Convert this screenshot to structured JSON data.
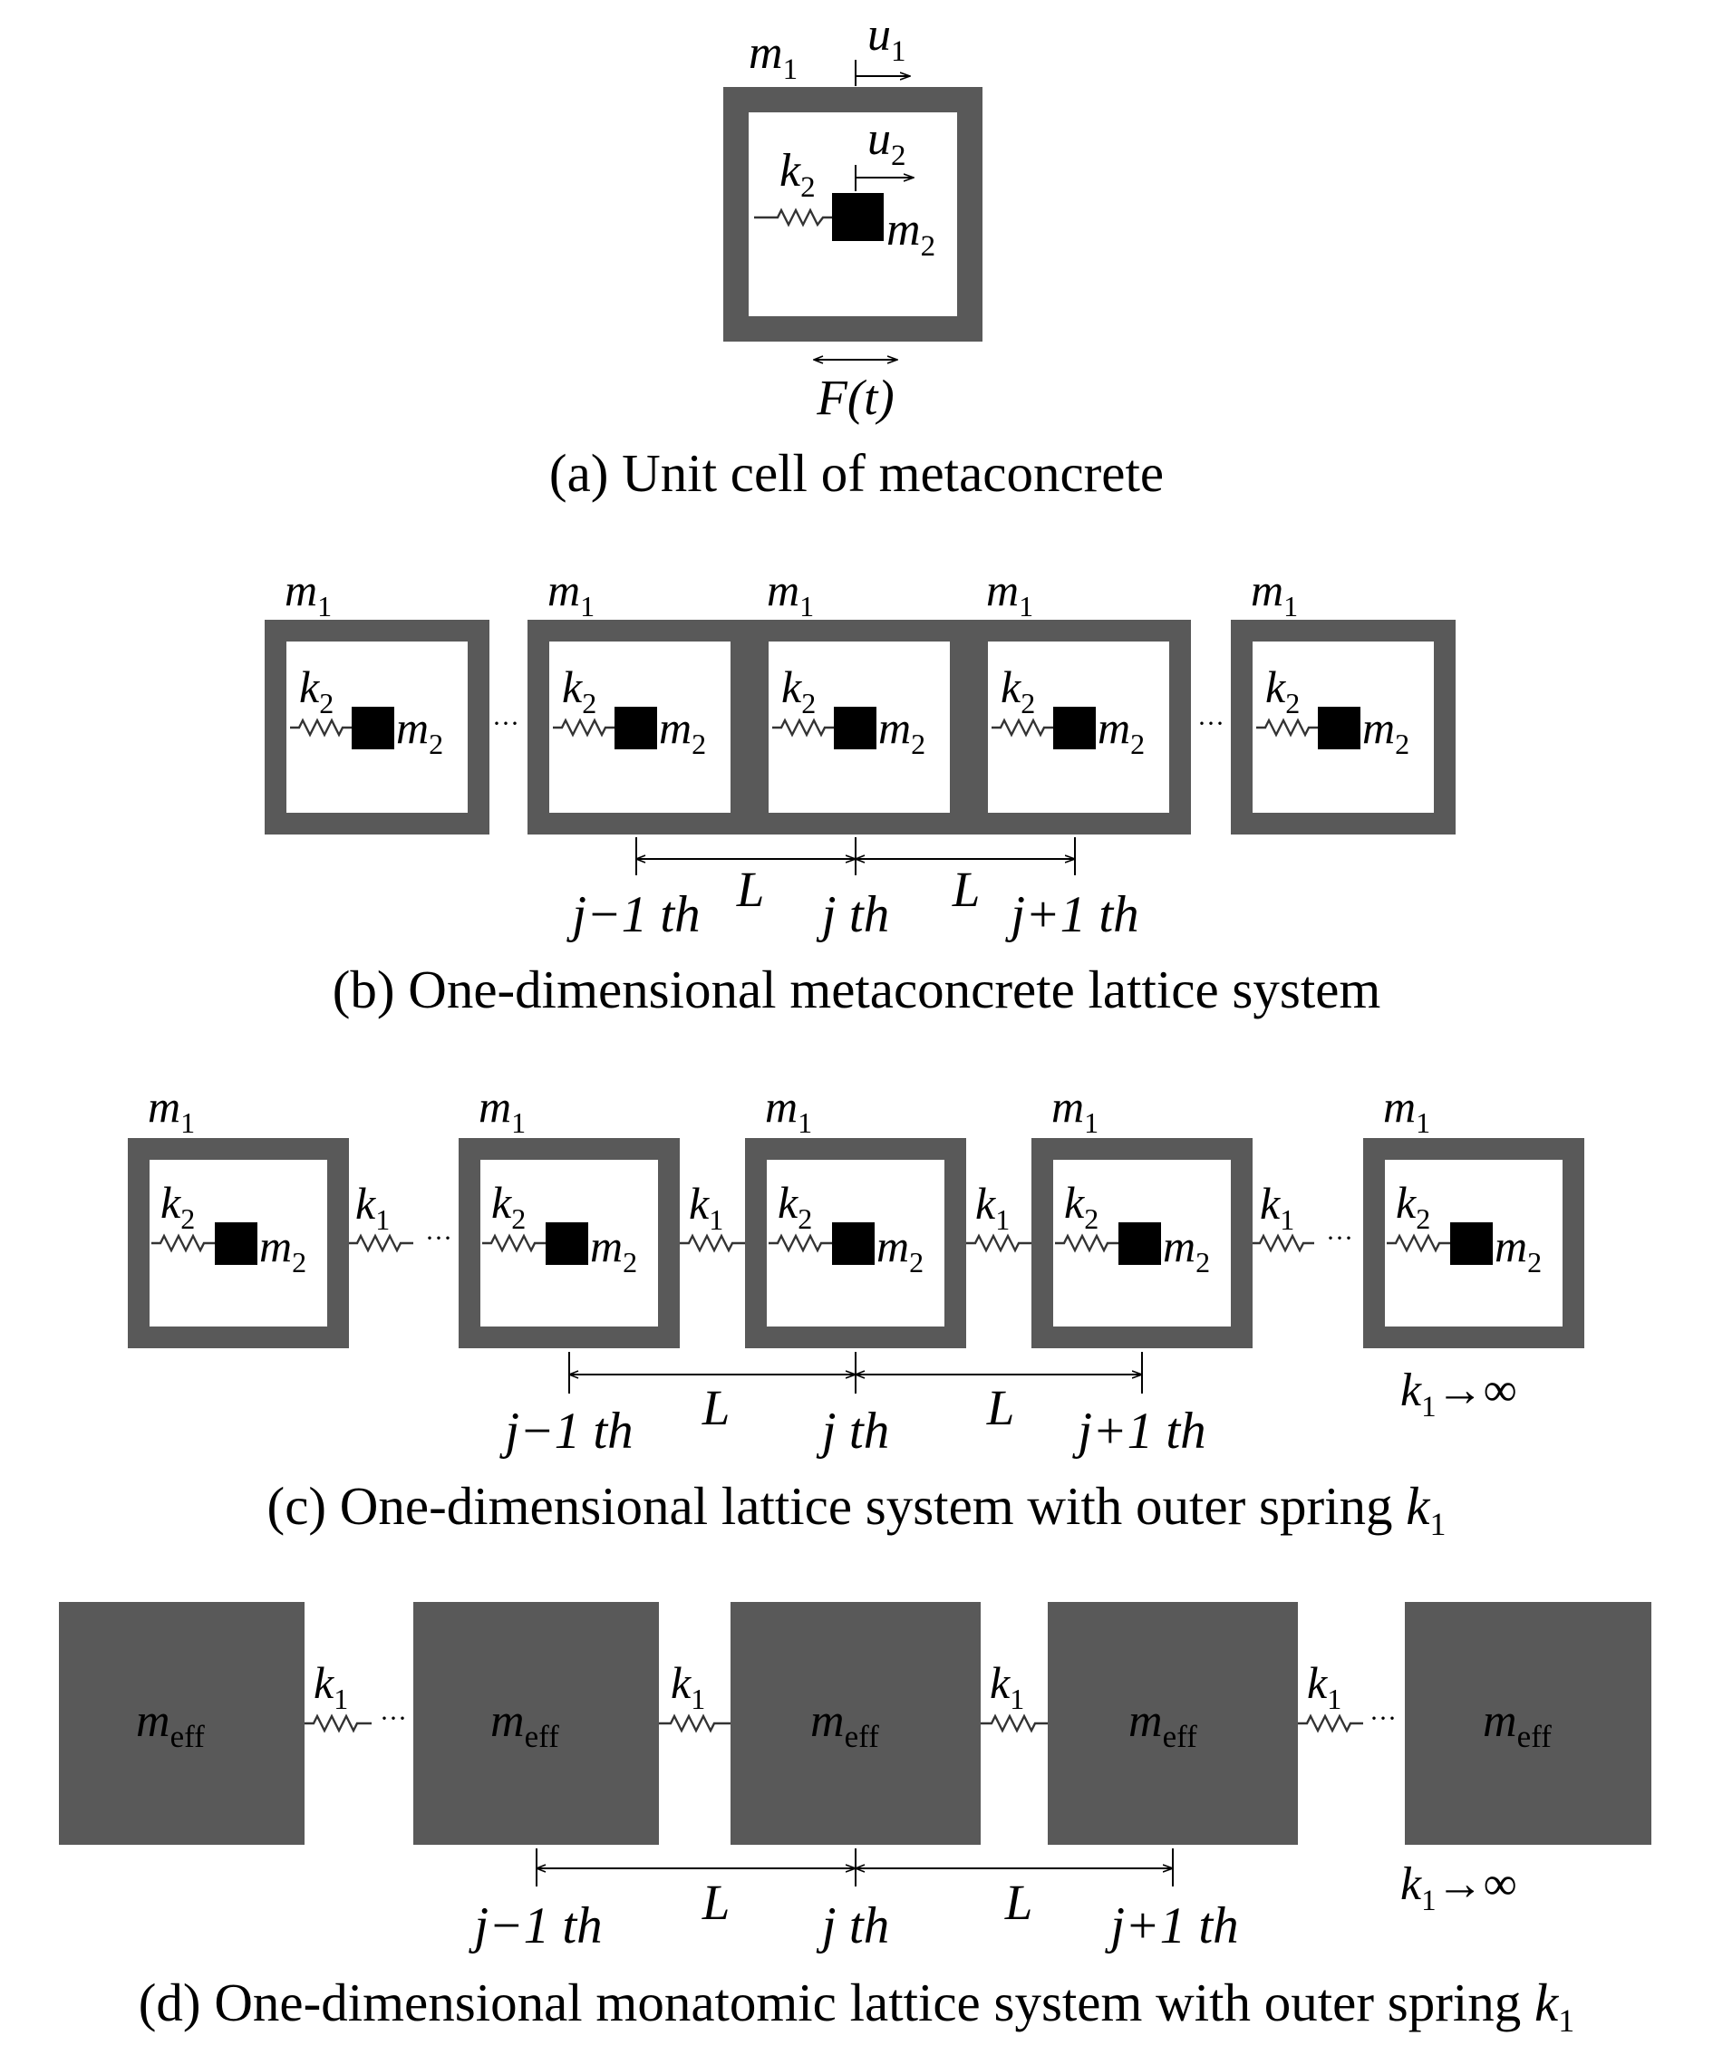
{
  "panel_a": {
    "outer_mass": {
      "base": "m",
      "sub": "1"
    },
    "inner_mass": {
      "base": "m",
      "sub": "2"
    },
    "inner_spring": {
      "base": "k",
      "sub": "2"
    },
    "disp_outer": {
      "base": "u",
      "sub": "1"
    },
    "disp_inner": {
      "base": "u",
      "sub": "2"
    },
    "force": {
      "text": "F(t)"
    },
    "caption": "(a) Unit cell of metaconcrete"
  },
  "panel_b": {
    "outer_mass": {
      "base": "m",
      "sub": "1"
    },
    "inner_mass": {
      "base": "m",
      "sub": "2"
    },
    "inner_spring": {
      "base": "k",
      "sub": "2"
    },
    "spacing": "L",
    "positions": [
      "j−1 th",
      "j th",
      "j+1 th"
    ],
    "ellipsis": "···",
    "caption": "(b) One-dimensional metaconcrete lattice system"
  },
  "panel_c": {
    "outer_mass": {
      "base": "m",
      "sub": "1"
    },
    "inner_mass": {
      "base": "m",
      "sub": "2"
    },
    "inner_spring": {
      "base": "k",
      "sub": "2"
    },
    "outer_spring": {
      "base": "k",
      "sub": "1"
    },
    "spacing": "L",
    "positions": [
      "j−1 th",
      "j th",
      "j+1 th"
    ],
    "limit": {
      "base": "k",
      "sub": "1",
      "rest": "→∞"
    },
    "ellipsis": "···",
    "caption": {
      "text": "(c) One-dimensional lattice system with outer spring ",
      "base": "k",
      "sub": "1"
    }
  },
  "panel_d": {
    "eff_mass": {
      "base": "m",
      "sub": "eff"
    },
    "outer_spring": {
      "base": "k",
      "sub": "1"
    },
    "spacing": "L",
    "positions": [
      "j−1 th",
      "j th",
      "j+1 th"
    ],
    "limit": {
      "base": "k",
      "sub": "1",
      "rest": "→∞"
    },
    "ellipsis": "···",
    "caption": {
      "text": "(d) One-dimensional monatomic lattice system with outer spring ",
      "base": "k",
      "sub": "1"
    }
  },
  "colors": {
    "frame": "#595959",
    "block": "#595959",
    "inner_mass": "#000000",
    "line": "#333333"
  }
}
